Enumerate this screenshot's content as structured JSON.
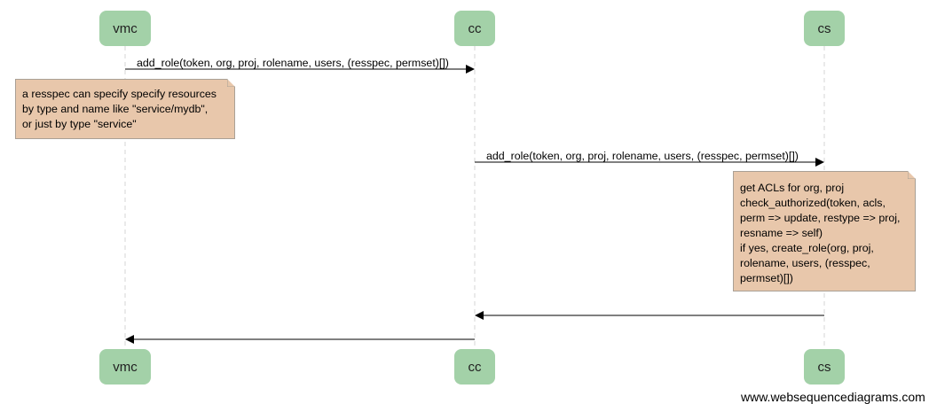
{
  "participants": {
    "vmc": "vmc",
    "cc": "cc",
    "cs": "cs"
  },
  "messages": [
    {
      "from": "vmc",
      "to": "cc",
      "label": "add_role(token, org, proj, rolename, users, (resspec, permset)[])"
    },
    {
      "from": "cc",
      "to": "cs",
      "label": "add_role(token, org, proj, rolename, users, (resspec, permset)[])"
    },
    {
      "from": "cs",
      "to": "cc",
      "label": ""
    },
    {
      "from": "cc",
      "to": "vmc",
      "label": ""
    }
  ],
  "notes": [
    {
      "over": "vmc",
      "text": "a resspec can specify specify resources\nby type and name like \"service/mydb\",\nor just by type \"service\""
    },
    {
      "over": "cs",
      "text": "get ACLs for org, proj\ncheck_authorized(token, acls,\nperm => update, restype => proj,\nresname => self)\nif yes, create_role(org, proj,\nrolename, users, (resspec,\npermset)[])"
    }
  ],
  "footer": "www.websequencediagrams.com",
  "colors": {
    "participant_fill": "#a3d1a8",
    "note_fill": "#e8c7ab",
    "note_border": "#a9a095",
    "lifeline": "#d4d4d4"
  }
}
